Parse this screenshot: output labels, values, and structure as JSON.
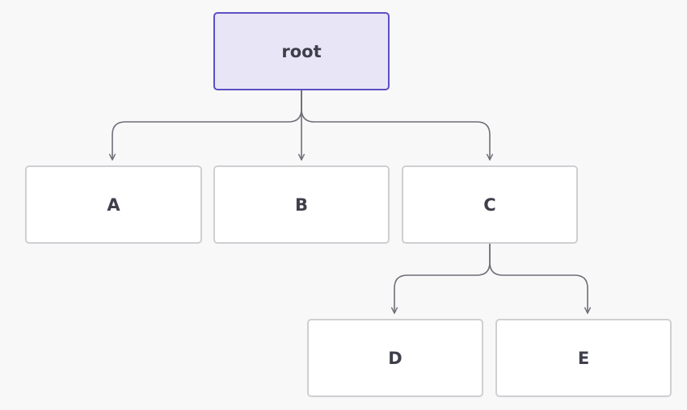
{
  "diagram": {
    "type": "tree",
    "nodes": {
      "root": {
        "label": "root"
      },
      "a": {
        "label": "A"
      },
      "b": {
        "label": "B"
      },
      "c": {
        "label": "C"
      },
      "d": {
        "label": "D"
      },
      "e": {
        "label": "E"
      }
    },
    "edges": [
      {
        "from": "root",
        "to": "A"
      },
      {
        "from": "root",
        "to": "B"
      },
      {
        "from": "root",
        "to": "C"
      },
      {
        "from": "C",
        "to": "D"
      },
      {
        "from": "C",
        "to": "E"
      }
    ],
    "colors": {
      "background": "#f8f8f8",
      "root_fill": "#e8e6f6",
      "root_border": "#5b4fc4",
      "node_fill": "#ffffff",
      "node_border": "#cfcfd3",
      "edge": "#6e6e78",
      "text": "#3f3f4b"
    }
  }
}
